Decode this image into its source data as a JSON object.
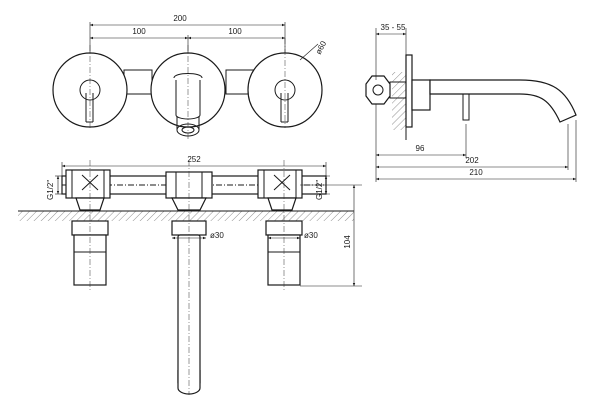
{
  "front_view": {
    "dim_overall": "200",
    "dim_left_spacing": "100",
    "dim_right_spacing": "100",
    "dim_rosette_diameter": "ø60"
  },
  "side_view": {
    "dim_wall_depth": "35 - 55",
    "dim_handle_reach": "96",
    "dim_spout_reach": "202",
    "dim_total_reach": "210"
  },
  "plan_view": {
    "dim_body_width": "252",
    "thread_left": "G1/2\"",
    "thread_right": "G1/2\"",
    "dim_left_sleeve": "ø30",
    "dim_right_sleeve": "ø30",
    "dim_height": "104"
  }
}
